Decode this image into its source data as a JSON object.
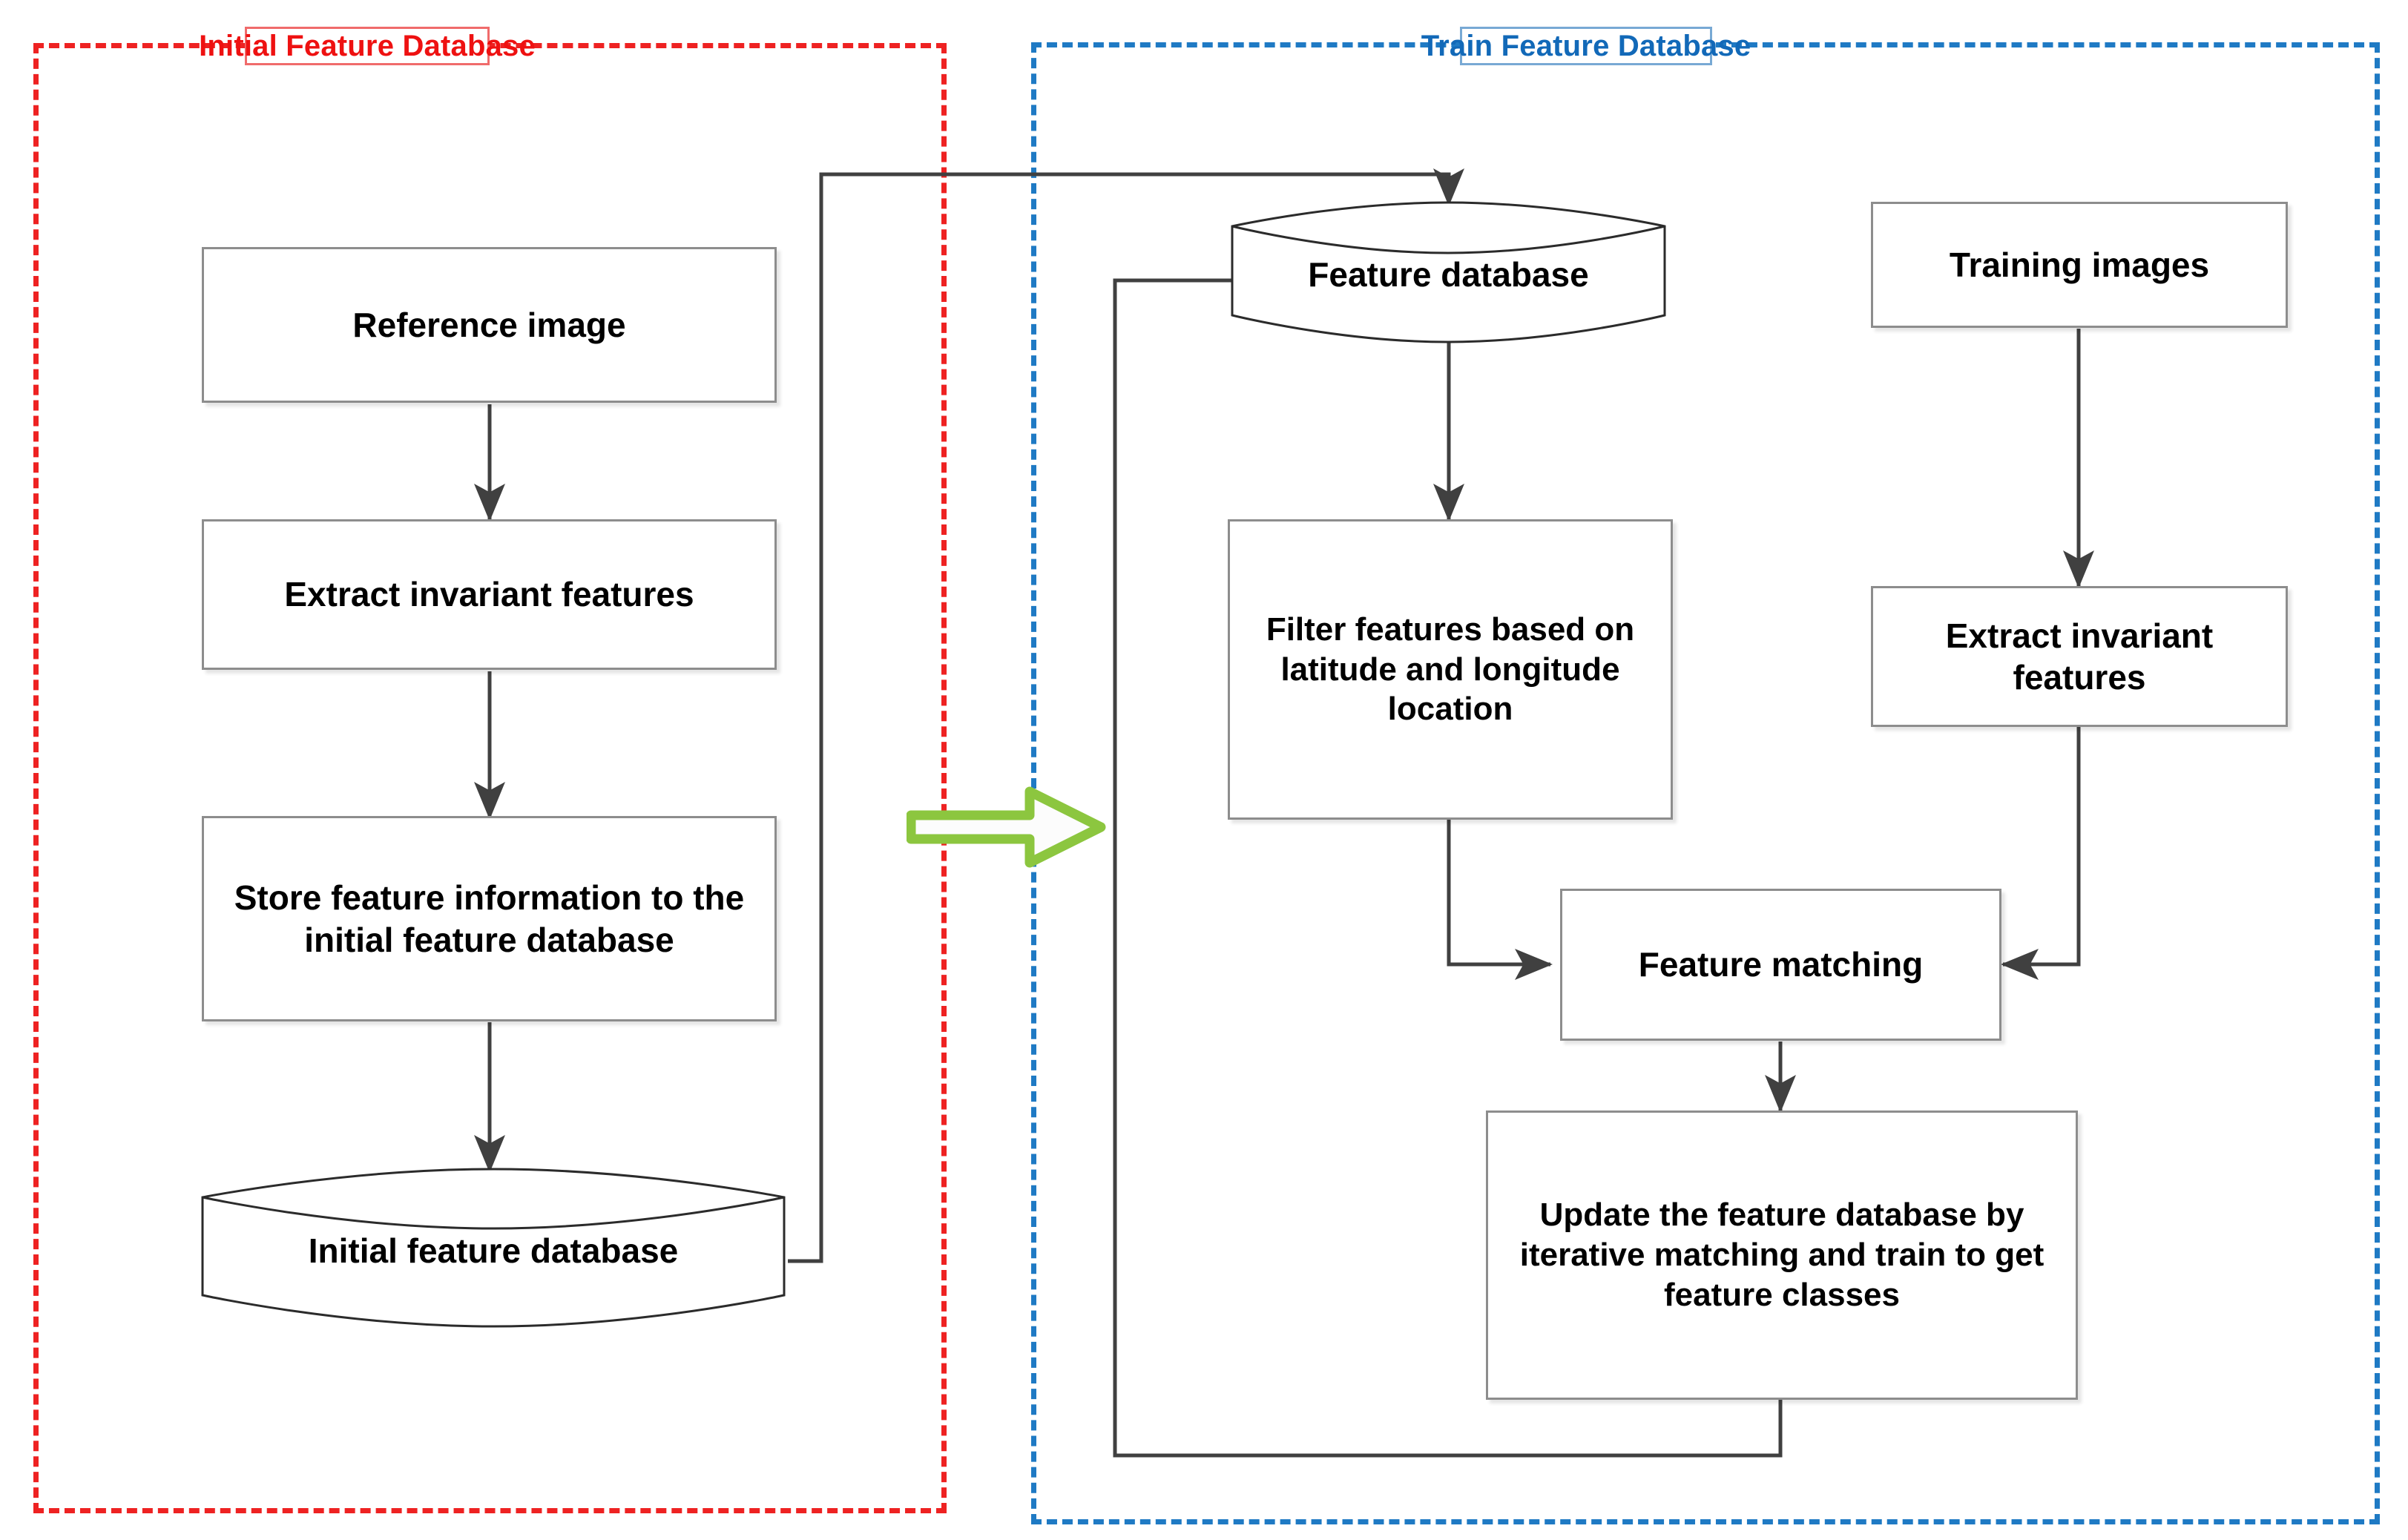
{
  "diagram": {
    "title_left": "Initial Feature Database",
    "title_right": "Train Feature Database",
    "accent_red": "#ee1111",
    "accent_blue": "#1269b8",
    "accent_green": "#8cc63f",
    "node_border": "#8d8d8d",
    "connector_color": "#404040"
  },
  "left_panel": {
    "label": "Initial Feature Database",
    "nodes": [
      {
        "id": "reference-image",
        "label": "Reference image",
        "shape": "process"
      },
      {
        "id": "extract-invariant-features-left",
        "label": "Extract invariant features",
        "shape": "process"
      },
      {
        "id": "store-feature-information",
        "label": "Store feature information to the initial feature database",
        "shape": "process"
      },
      {
        "id": "initial-feature-database",
        "label": "Initial feature database",
        "shape": "cylinder"
      }
    ]
  },
  "right_panel": {
    "label": "Train Feature Database",
    "nodes": [
      {
        "id": "feature-database",
        "label": "Feature database",
        "shape": "cylinder"
      },
      {
        "id": "filter-features",
        "label": "Filter features based on latitude and longitude location",
        "shape": "process"
      },
      {
        "id": "training-images",
        "label": "Training images",
        "shape": "process"
      },
      {
        "id": "extract-invariant-features-right",
        "label": "Extract invariant features",
        "shape": "process"
      },
      {
        "id": "feature-matching",
        "label": "Feature matching",
        "shape": "process"
      },
      {
        "id": "update-feature-database",
        "label": "Update the feature database by iterative matching and train to get feature classes",
        "shape": "process"
      }
    ]
  },
  "connectors": [
    {
      "from": "reference-image",
      "to": "extract-invariant-features-left",
      "style": "arrow-down"
    },
    {
      "from": "extract-invariant-features-left",
      "to": "store-feature-information",
      "style": "arrow-down"
    },
    {
      "from": "store-feature-information",
      "to": "initial-feature-database",
      "style": "arrow-down"
    },
    {
      "from": "initial-feature-database",
      "to": "feature-database",
      "style": "elbow-right-up-right-down"
    },
    {
      "from": "feature-database",
      "to": "filter-features",
      "style": "arrow-down"
    },
    {
      "from": "filter-features",
      "to": "feature-matching",
      "style": "elbow-down-right"
    },
    {
      "from": "training-images",
      "to": "extract-invariant-features-right",
      "style": "arrow-down"
    },
    {
      "from": "extract-invariant-features-right",
      "to": "feature-matching",
      "style": "elbow-down-left"
    },
    {
      "from": "feature-matching",
      "to": "update-feature-database",
      "style": "arrow-down"
    },
    {
      "from": "update-feature-database",
      "to": "feature-database",
      "style": "feedback-loop-left-up-right"
    },
    {
      "from": "left_panel",
      "to": "right_panel",
      "style": "green-block-arrow"
    }
  ]
}
